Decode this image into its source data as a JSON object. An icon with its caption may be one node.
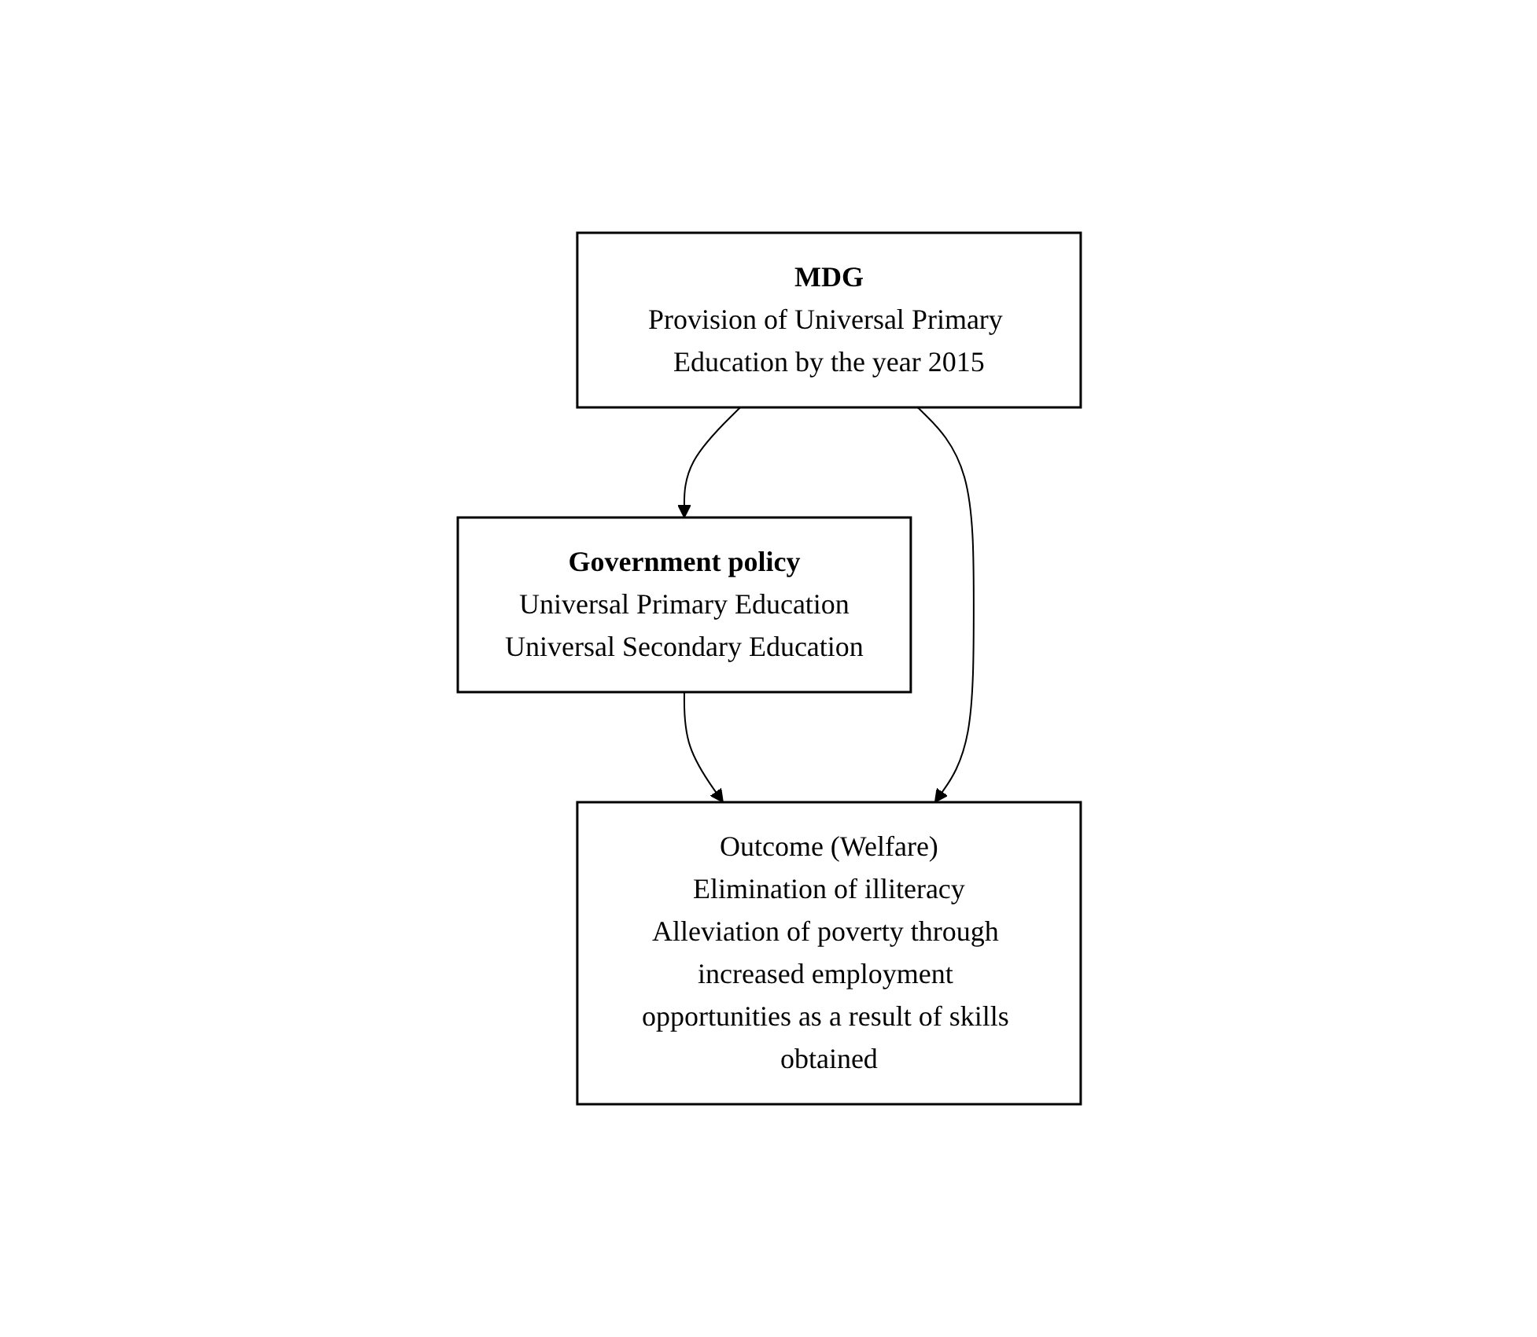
{
  "diagram": {
    "nodes": [
      {
        "text": [
          "MDG",
          "Provision of Universal Primary Education by the year 2015"
        ]
      },
      {
        "text": [
          "Government policy",
          "Universal Primary Education",
          "Universal Secondary Education"
        ]
      },
      {
        "text": [
          "Outcome (Welfare)",
          "Elimination of illiteracy",
          "Alleviation of poverty through increased employment opportunities as a result of skills obtained"
        ]
      }
    ],
    "edges": [
      {
        "from": 0,
        "to": 1,
        "arrow": "to"
      },
      {
        "from": 1,
        "to": 2,
        "arrow": "to"
      },
      {
        "from": 0,
        "to": 2,
        "arrow": "to"
      }
    ]
  }
}
